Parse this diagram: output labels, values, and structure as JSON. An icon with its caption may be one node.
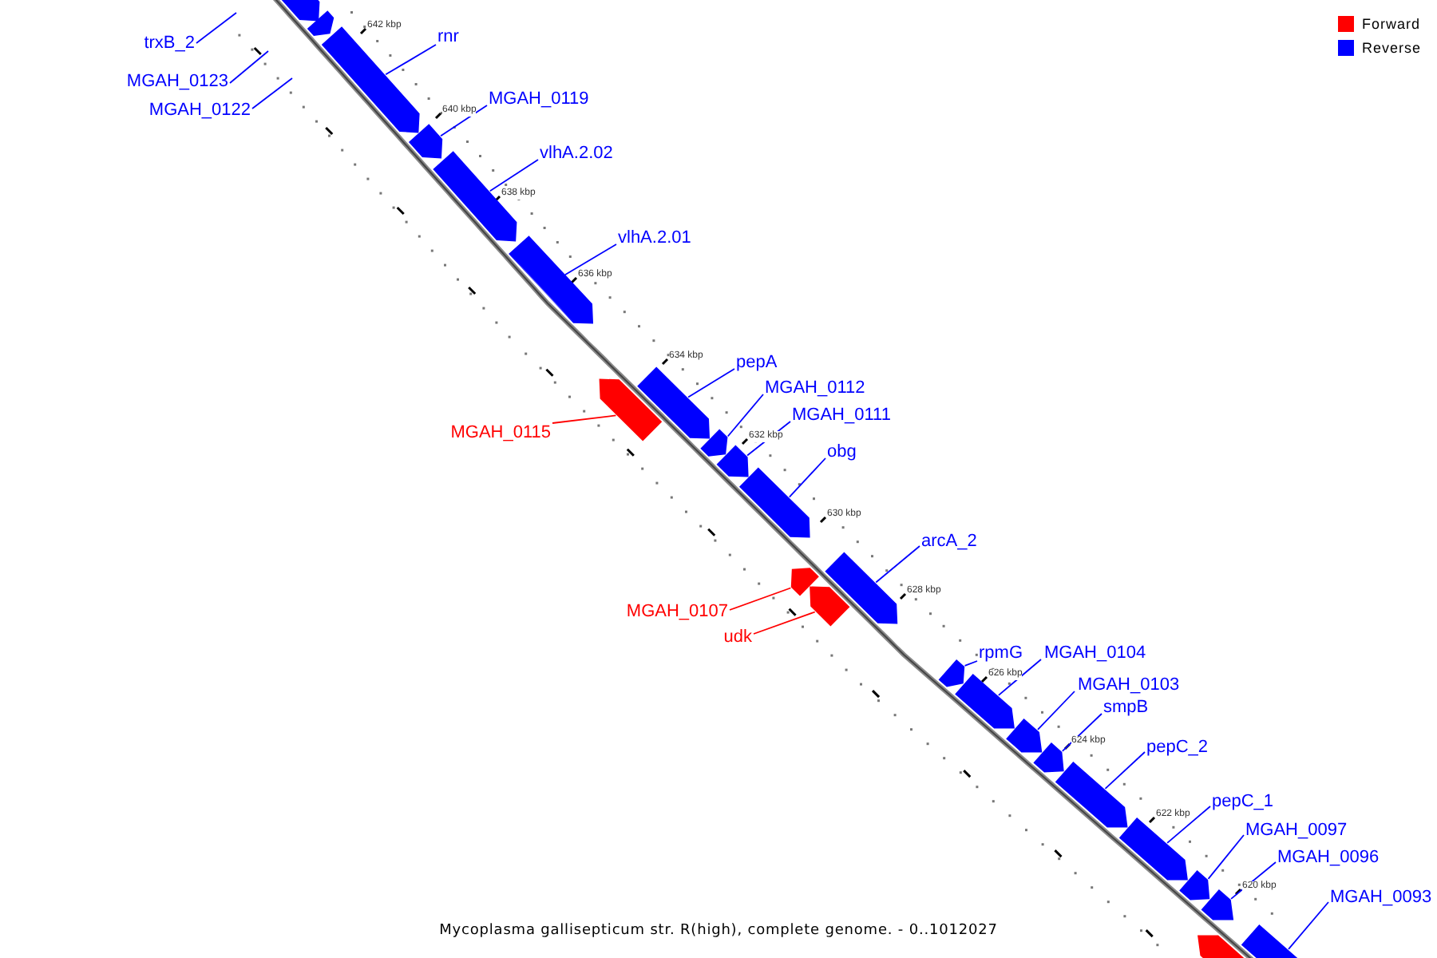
{
  "diagram": {
    "caption": "Mycoplasma gallisepticum str. R(high), complete genome. - 0..1012027",
    "nodes": [
      {
        "text": [
          "trxB_2"
        ]
      },
      {
        "text": [
          "MGAH_0123"
        ]
      },
      {
        "text": [
          "MGAH_0122"
        ]
      },
      {
        "text": [
          "rnr"
        ]
      },
      {
        "text": [
          "MGAH_0119"
        ]
      },
      {
        "text": [
          "vlhA.2.02"
        ]
      },
      {
        "text": [
          "vlhA.2.01"
        ]
      },
      {
        "text": [
          "pepA"
        ]
      },
      {
        "text": [
          "MGAH_0112"
        ]
      },
      {
        "text": [
          "MGAH_0111"
        ]
      },
      {
        "text": [
          "obg"
        ]
      },
      {
        "text": [
          "MGAH_0115"
        ]
      },
      {
        "text": [
          "arcA_2"
        ]
      },
      {
        "text": [
          "MGAH_0107"
        ]
      },
      {
        "text": [
          "udk"
        ]
      },
      {
        "text": [
          "rpmG"
        ]
      },
      {
        "text": [
          "MGAH_0104"
        ]
      },
      {
        "text": [
          "MGAH_0103"
        ]
      },
      {
        "text": [
          "smpB"
        ]
      },
      {
        "text": [
          "pepC_2"
        ]
      },
      {
        "text": [
          "pepC_1"
        ]
      },
      {
        "text": [
          "MGAH_0097"
        ]
      },
      {
        "text": [
          "MGAH_0096"
        ]
      },
      {
        "text": [
          "MGAH_0093"
        ]
      },
      {
        "text": [],
        "shape": "arrow"
      },
      {
        "text": [],
        "shape": "arrow"
      },
      {
        "text": [],
        "shape": "arrow"
      },
      {
        "text": [],
        "shape": "arrow"
      },
      {
        "text": [],
        "shape": "arrow"
      },
      {
        "text": [],
        "shape": "arrow"
      },
      {
        "text": [],
        "shape": "arrow"
      },
      {
        "text": [],
        "shape": "arrow"
      },
      {
        "text": [],
        "shape": "arrow"
      },
      {
        "text": [],
        "shape": "arrow"
      },
      {
        "text": [],
        "shape": "arrow"
      },
      {
        "text": [],
        "shape": "arrow"
      },
      {
        "text": [],
        "shape": "arrow"
      },
      {
        "text": [],
        "shape": "arrow"
      },
      {
        "text": [],
        "shape": "arrow"
      },
      {
        "text": [],
        "shape": "arrow"
      },
      {
        "text": [],
        "shape": "arrow"
      },
      {
        "text": [],
        "shape": "arrow"
      },
      {
        "text": [],
        "shape": "arrow"
      },
      {
        "text": [],
        "shape": "arrow"
      },
      {
        "text": [],
        "shape": "arrow"
      },
      {
        "text": [],
        "shape": "arrow"
      },
      {
        "text": [],
        "shape": "arrow"
      },
      {
        "text": [],
        "shape": "arrow"
      }
    ],
    "edges": [
      {
        "from": 0,
        "to": null,
        "arrow": "none"
      },
      {
        "from": 1,
        "to": null,
        "arrow": "none"
      },
      {
        "from": 2,
        "to": null,
        "arrow": "none"
      },
      {
        "from": 3,
        "to": 26,
        "arrow": "none"
      },
      {
        "from": 4,
        "to": 27,
        "arrow": "none"
      },
      {
        "from": 5,
        "to": 28,
        "arrow": "none"
      },
      {
        "from": 6,
        "to": 29,
        "arrow": "none"
      },
      {
        "from": 7,
        "to": 31,
        "arrow": "none"
      },
      {
        "from": 8,
        "to": 32,
        "arrow": "none"
      },
      {
        "from": 9,
        "to": 33,
        "arrow": "none"
      },
      {
        "from": 10,
        "to": 34,
        "arrow": "none"
      },
      {
        "from": 11,
        "to": 30,
        "arrow": "none",
        "color": "#ff0000"
      },
      {
        "from": 12,
        "to": 37,
        "arrow": "none"
      },
      {
        "from": 13,
        "to": 35,
        "arrow": "none",
        "color": "#ff0000"
      },
      {
        "from": 14,
        "to": 36,
        "arrow": "none",
        "color": "#ff0000"
      },
      {
        "from": 15,
        "to": 38,
        "arrow": "none"
      },
      {
        "from": 16,
        "to": 39,
        "arrow": "none"
      },
      {
        "from": 17,
        "to": 40,
        "arrow": "none"
      },
      {
        "from": 18,
        "to": 41,
        "arrow": "none"
      },
      {
        "from": 19,
        "to": 42,
        "arrow": "none"
      },
      {
        "from": 20,
        "to": 43,
        "arrow": "none"
      },
      {
        "from": 21,
        "to": 44,
        "arrow": "none"
      },
      {
        "from": 22,
        "to": 45,
        "arrow": "none"
      },
      {
        "from": 23,
        "to": 46,
        "arrow": "none"
      }
    ],
    "labels": [
      "642 kbp",
      "640 kbp",
      "638 kbp",
      "636 kbp",
      "634 kbp",
      "632 kbp",
      "630 kbp",
      "628 kbp",
      "626 kbp",
      "624 kbp",
      "622 kbp",
      "620 kbp"
    ],
    "legend": [
      {
        "text": "Forward",
        "color": "#ff0000"
      },
      {
        "text": "Reverse",
        "color": "#0000ff"
      }
    ]
  }
}
